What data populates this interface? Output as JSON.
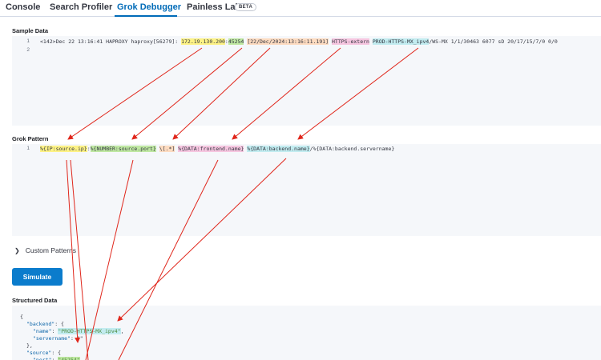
{
  "tabs": [
    {
      "label": "Console"
    },
    {
      "label": "Search Profiler"
    },
    {
      "label": "Grok Debugger",
      "active": true
    },
    {
      "label": "Painless Lab",
      "badge": "BETA"
    }
  ],
  "sample_data": {
    "label": "Sample Data",
    "line_numbers": [
      "1",
      "2"
    ],
    "segments": [
      {
        "text": "<142>Dec 22 13:16:41 HAPROXY haproxy[56279]: ",
        "hl": ""
      },
      {
        "text": "172.19.130.200",
        "hl": "yellow"
      },
      {
        "text": ":",
        "hl": ""
      },
      {
        "text": "45254",
        "hl": "green"
      },
      {
        "text": " ",
        "hl": ""
      },
      {
        "text": "[22/Dec/2024:13:16:11.191]",
        "hl": "peach"
      },
      {
        "text": " ",
        "hl": ""
      },
      {
        "text": "HTTPS-extern",
        "hl": "pink"
      },
      {
        "text": " ",
        "hl": ""
      },
      {
        "text": "PROD-HTTPS-MX_ipv4",
        "hl": "cyan"
      },
      {
        "text": "/WS-MX 1/1/30463 6077 sD 20/17/15/7/0 0/0",
        "hl": ""
      }
    ]
  },
  "grok_pattern": {
    "label": "Grok Pattern",
    "line_numbers": [
      "1"
    ],
    "segments": [
      {
        "text": "%{IP:source.ip}",
        "hl": "yellow"
      },
      {
        "text": ":",
        "hl": ""
      },
      {
        "text": "%{NUMBER:source.port}",
        "hl": "green"
      },
      {
        "text": " ",
        "hl": ""
      },
      {
        "text": "\\[.*]",
        "hl": "peach"
      },
      {
        "text": " ",
        "hl": ""
      },
      {
        "text": "%{DATA:frontend.name}",
        "hl": "pink"
      },
      {
        "text": " ",
        "hl": ""
      },
      {
        "text": "%{DATA:backend.name}",
        "hl": "cyan"
      },
      {
        "text": "/%{DATA:backend.servername}",
        "hl": ""
      }
    ]
  },
  "custom_patterns": {
    "label": "Custom Patterns",
    "icon": "chevron-right-icon"
  },
  "simulate_button": {
    "label": "Simulate"
  },
  "structured_data": {
    "label": "Structured Data",
    "lines": [
      {
        "indent": 0,
        "parts": [
          {
            "t": "{",
            "c": ""
          }
        ]
      },
      {
        "indent": 1,
        "parts": [
          {
            "t": "\"backend\"",
            "c": "key"
          },
          {
            "t": ": {",
            "c": ""
          }
        ]
      },
      {
        "indent": 2,
        "parts": [
          {
            "t": "\"name\"",
            "c": "key"
          },
          {
            "t": ": ",
            "c": ""
          },
          {
            "t": "\"PROD-HTTPS-MX_ipv4\"",
            "c": "str",
            "hl": "cyan"
          },
          {
            "t": ",",
            "c": ""
          }
        ]
      },
      {
        "indent": 2,
        "parts": [
          {
            "t": "\"servername\"",
            "c": "key"
          },
          {
            "t": ": \"\"",
            "c": ""
          }
        ]
      },
      {
        "indent": 1,
        "parts": [
          {
            "t": "},",
            "c": ""
          }
        ]
      },
      {
        "indent": 1,
        "parts": [
          {
            "t": "\"source\"",
            "c": "key"
          },
          {
            "t": ": {",
            "c": ""
          }
        ]
      },
      {
        "indent": 2,
        "parts": [
          {
            "t": "\"port\"",
            "c": "key"
          },
          {
            "t": ": ",
            "c": ""
          },
          {
            "t": "\"45254\"",
            "c": "str",
            "hl": "green"
          }
        ]
      }
    ]
  },
  "colors": {
    "accent": "#006bb8",
    "button": "#0b7ccc",
    "arrow": "#e0261b"
  }
}
